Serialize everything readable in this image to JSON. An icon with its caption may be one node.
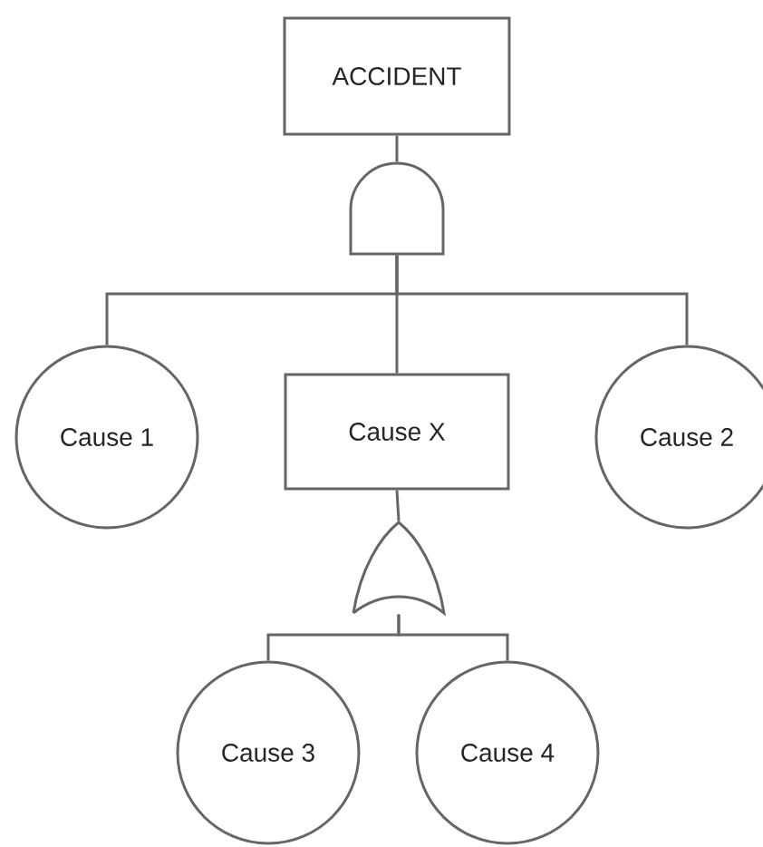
{
  "diagram": {
    "nodes": [
      {
        "text": [
          "ACCIDENT"
        ]
      },
      {
        "text": [],
        "shape": "gate"
      },
      {
        "text": [
          "Cause 1"
        ]
      },
      {
        "text": [
          "Cause X"
        ]
      },
      {
        "text": [
          "Cause 2"
        ]
      },
      {
        "text": [],
        "shape": "gate"
      },
      {
        "text": [
          "Cause 3"
        ]
      },
      {
        "text": [
          "Cause 4"
        ]
      }
    ],
    "edges": [
      {
        "from": 1,
        "to": 0,
        "arrow": "none"
      },
      {
        "from": 2,
        "to": 1,
        "arrow": "none"
      },
      {
        "from": 3,
        "to": 1,
        "arrow": "none"
      },
      {
        "from": 4,
        "to": 1,
        "arrow": "none"
      },
      {
        "from": 5,
        "to": 3,
        "arrow": "none"
      },
      {
        "from": 6,
        "to": 5,
        "arrow": "none"
      },
      {
        "from": 7,
        "to": 5,
        "arrow": "none"
      }
    ]
  }
}
